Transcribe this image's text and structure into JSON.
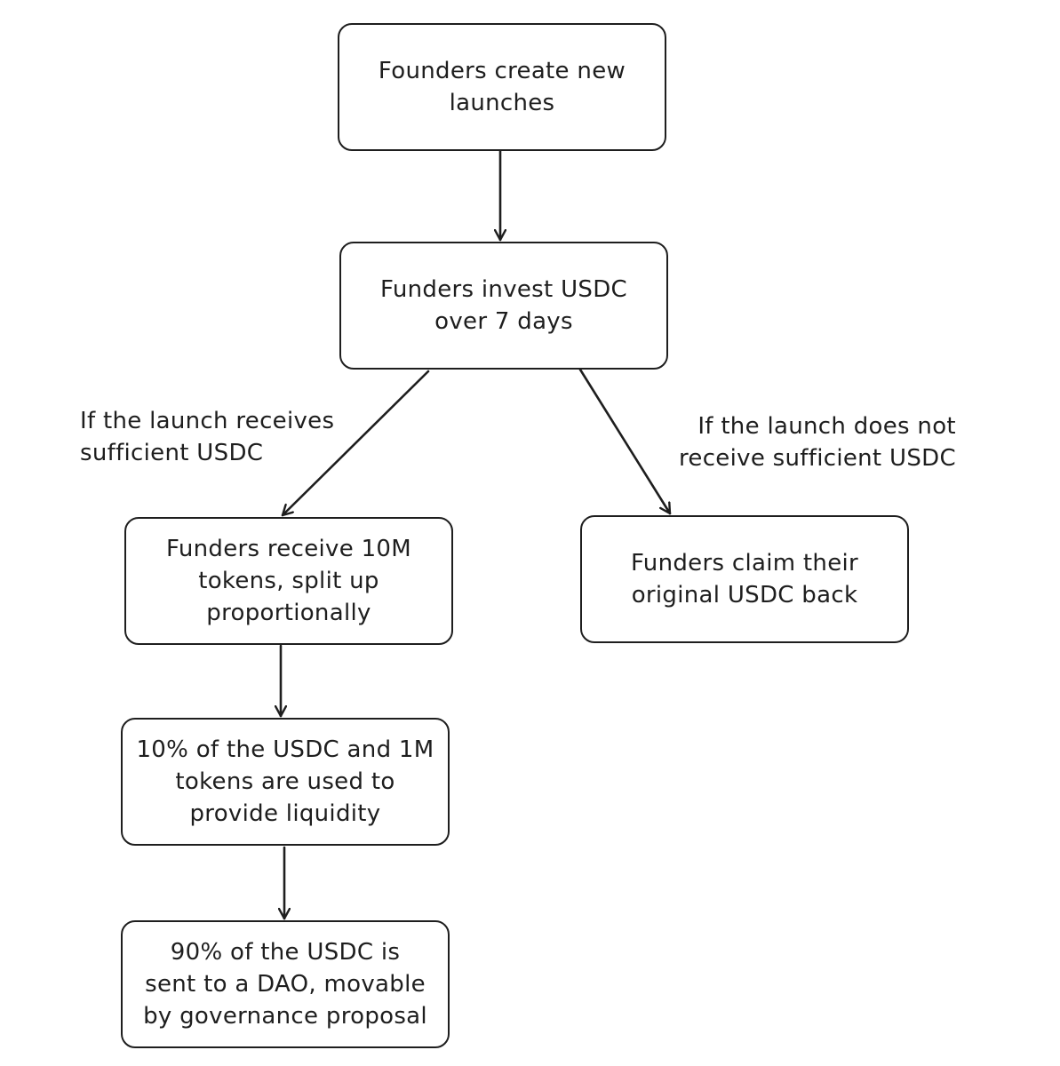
{
  "diagram": {
    "nodes": {
      "create_launches": "Founders create new\nlaunches",
      "invest_usdc": "Funders invest USDC\nover 7 days",
      "receive_tokens": "Funders receive 10M\ntokens, split up\nproportionally",
      "claim_back": "Funders claim their\noriginal USDC back",
      "provide_liquidity": "10% of the USDC and 1M\ntokens are used to\nprovide liquidity",
      "dao_treasury": "90% of the USDC is\nsent to a DAO, movable\nby governance proposal"
    },
    "edges": {
      "success_label": "If the launch receives\nsufficient USDC",
      "failure_label": "If the launch does not\nreceive sufficient USDC"
    }
  }
}
